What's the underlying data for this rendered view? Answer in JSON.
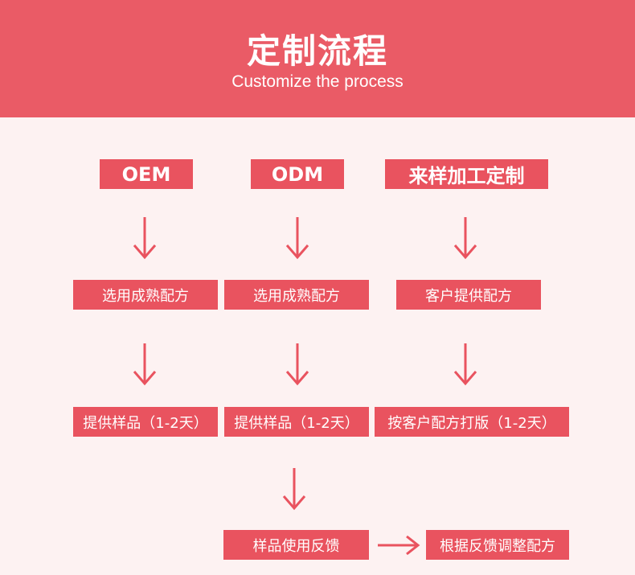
{
  "header": {
    "title": "定制流程",
    "subtitle": "Customize the process"
  },
  "columns": [
    {
      "type": "OEM",
      "step1": "选用成熟配方",
      "step2": "提供样品（1-2天）"
    },
    {
      "type": "ODM",
      "step1": "选用成熟配方",
      "step2": "提供样品（1-2天）"
    },
    {
      "type": "来样加工定制",
      "step1": "客户提供配方",
      "step2": "按客户配方打版（1-2天）"
    }
  ],
  "feedback": {
    "step": "样品使用反馈",
    "result": "根据反馈调整配方"
  },
  "colors": {
    "accent": "#e9535f",
    "background": "#fdf2f2"
  }
}
